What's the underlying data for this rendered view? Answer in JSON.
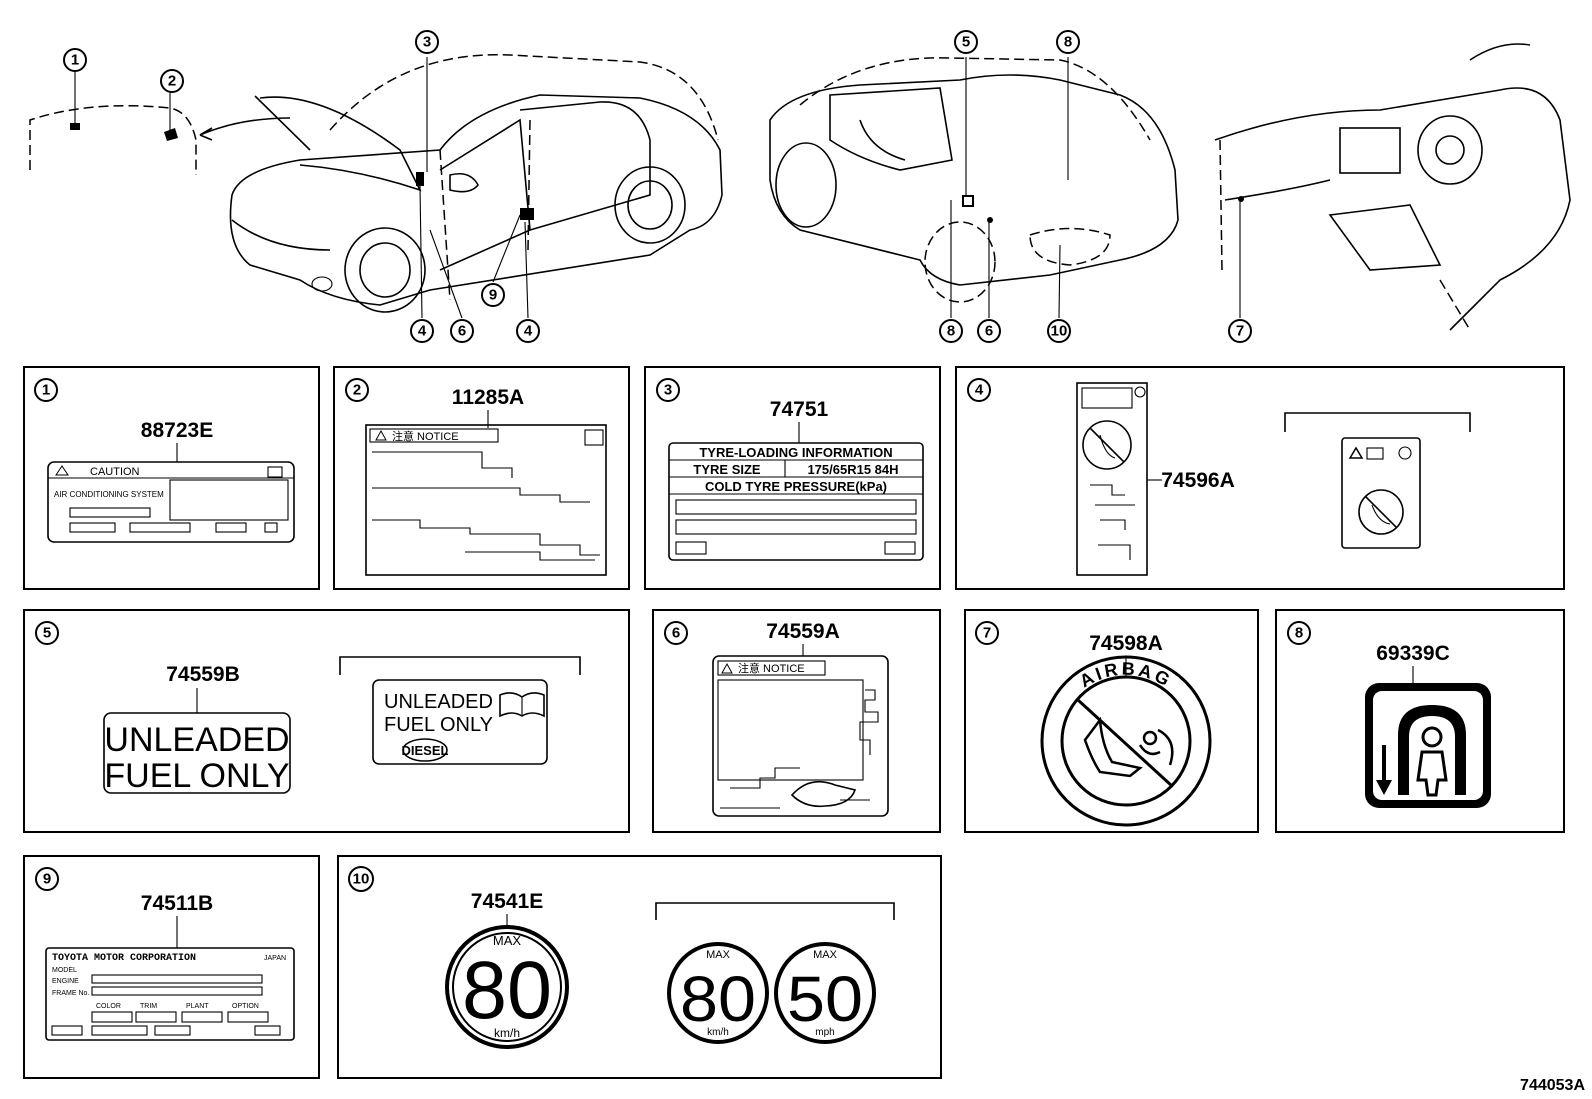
{
  "figure_number": "744053A",
  "callouts": [
    "1",
    "2",
    "3",
    "4",
    "5",
    "6",
    "7",
    "8",
    "9",
    "10"
  ],
  "panels": [
    {
      "id": "1",
      "part_no": "88723E",
      "texts": {
        "caution": "CAUTION",
        "system": "AIR CONDITIONING SYSTEM"
      }
    },
    {
      "id": "2",
      "part_no": "11285A",
      "texts": {
        "notice": "注意 NOTICE"
      }
    },
    {
      "id": "3",
      "part_no": "74751",
      "texts": {
        "line1": "TYRE-LOADING INFORMATION",
        "line2a": "TYRE SIZE",
        "line2b": "175/65R15 84H",
        "line3": "COLD TYRE PRESSURE(kPa)"
      }
    },
    {
      "id": "4",
      "part_no": "74596A"
    },
    {
      "id": "5",
      "part_no": "74559B",
      "texts": {
        "big1": "UNLEADED",
        "big2": "FUEL ONLY",
        "small1": "UNLEADED",
        "small2": "FUEL ONLY",
        "diesel": "DIESEL"
      }
    },
    {
      "id": "6",
      "part_no": "74559A",
      "texts": {
        "notice": "注意 NOTICE"
      }
    },
    {
      "id": "7",
      "part_no": "74598A",
      "texts": {
        "airbag": "AIRBAG"
      }
    },
    {
      "id": "8",
      "part_no": "69339C"
    },
    {
      "id": "9",
      "part_no": "74511B",
      "texts": {
        "corp": "TOYOTA MOTOR CORPORATION",
        "country": "JAPAN",
        "model": "MODEL",
        "engine": "ENGINE",
        "frame": "FRAME No.",
        "color": "COLOR",
        "trim": "TRIM",
        "plant": "PLANT",
        "option": "OPTION"
      }
    },
    {
      "id": "10",
      "part_no": "74541E",
      "texts": {
        "max": "MAX",
        "v80": "80",
        "v50": "50",
        "kmh": "km/h",
        "mph": "mph"
      }
    }
  ]
}
